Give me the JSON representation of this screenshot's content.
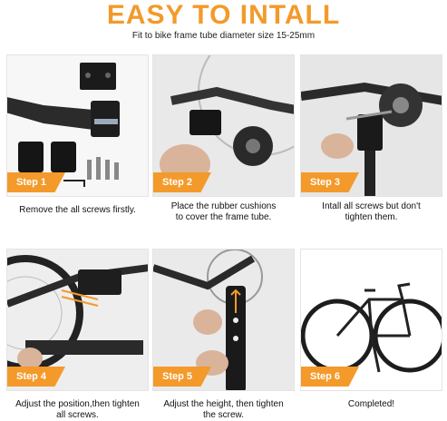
{
  "header": {
    "title": "EASY TO INTALL",
    "subtitle": "Fit to bike frame tube diameter size 15-25mm"
  },
  "colors": {
    "accent": "#f39a2a",
    "caption_text": "#111111"
  },
  "steps": [
    {
      "badge": "Step 1",
      "caption_lines": [
        "Remove the all screws firstly."
      ]
    },
    {
      "badge": "Step 2",
      "caption_lines": [
        "Place the rubber cushions",
        "to cover the frame tube."
      ]
    },
    {
      "badge": "Step 3",
      "caption_lines": [
        "Intall all screws but don't",
        "tighten them."
      ]
    },
    {
      "badge": "Step 4",
      "caption_lines": [
        "Adjust the position,then tighten",
        "all screws."
      ]
    },
    {
      "badge": "Step 5",
      "caption_lines": [
        "Adjust the height, then tighten",
        "the screw."
      ]
    },
    {
      "badge": "Step 6",
      "caption_lines": [
        "Completed!"
      ]
    }
  ]
}
